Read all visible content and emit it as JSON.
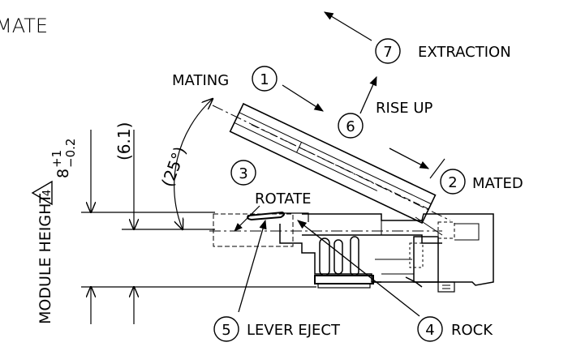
{
  "header": {
    "partial_title": "MATE"
  },
  "steps": [
    {
      "num": "1",
      "label": "MATING"
    },
    {
      "num": "2",
      "label": "MATED"
    },
    {
      "num": "3",
      "label": "ROTATE"
    },
    {
      "num": "4",
      "label": "ROCK"
    },
    {
      "num": "5",
      "label": "LEVER EJECT"
    },
    {
      "num": "6",
      "label": "RISE UP"
    },
    {
      "num": "7",
      "label": "EXTRACTION"
    }
  ],
  "dimensions": {
    "angle": "(25°)",
    "ref_height": "(6.1)",
    "module_height_label": "MODULE HEIGHT",
    "revision_mark": "4",
    "nominal": "8",
    "tol_plus": "+1",
    "tol_minus": "−0.2"
  }
}
